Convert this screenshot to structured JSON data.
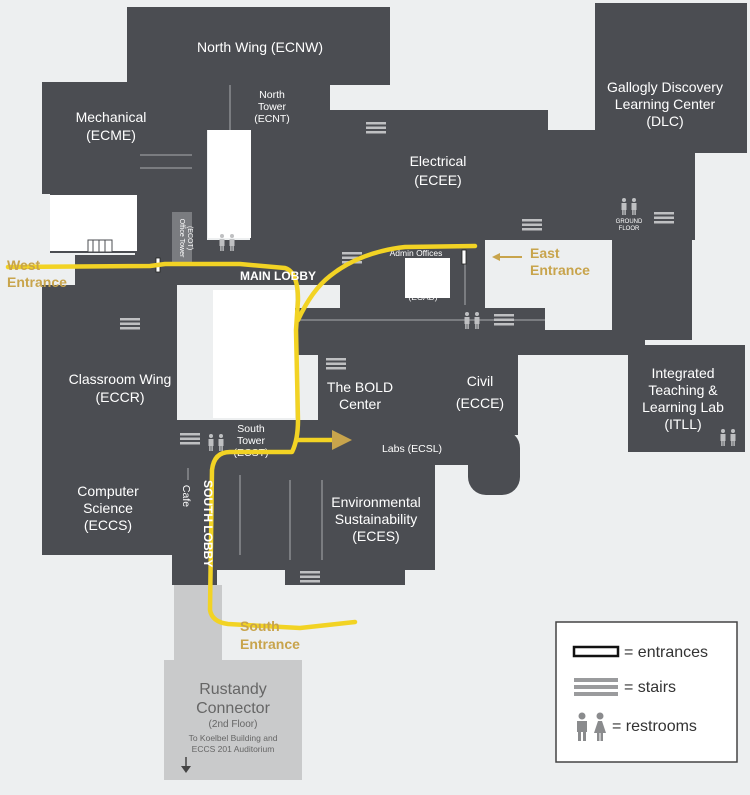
{
  "buildings": {
    "north_wing": "North Wing (ECNW)",
    "north_tower": [
      "North",
      "Tower",
      "(ECNT)"
    ],
    "mechanical": [
      "Mechanical",
      "(ECME)"
    ],
    "electrical": [
      "Electrical",
      "(ECEE)"
    ],
    "gallogly": [
      "Gallogly Discovery",
      "Learning Center",
      "(DLC)"
    ],
    "ground_floor": [
      "GROUND",
      "FLOOR"
    ],
    "cafe_north": "Cafe",
    "office_tower": [
      "Office Tower",
      "(ECOT)"
    ],
    "admin_offices": "Admin Offices",
    "ecad": "(ECAD)",
    "classroom_wing": [
      "Classroom Wing",
      "(ECCR)"
    ],
    "bold_center": [
      "The BOLD",
      "Center"
    ],
    "civil": [
      "Civil",
      "(ECCE)"
    ],
    "itll": [
      "Integrated",
      "Teaching &",
      "Learning Lab",
      "(ITLL)"
    ],
    "south_tower": [
      "South",
      "Tower",
      "(ECST)"
    ],
    "labs": "Labs (ECSL)",
    "computer_science": [
      "Computer",
      "Science",
      "(ECCS)"
    ],
    "cafe_south": "Cafe",
    "environmental": [
      "Environmental",
      "Sustainability",
      "(ECES)"
    ],
    "rustandy": [
      "Rustandy",
      "Connector"
    ],
    "rustandy_floor": "(2nd Floor)",
    "rustandy_note": [
      "To Koelbel Building and",
      "ECCS 201 Auditorium"
    ]
  },
  "lobbies": {
    "main": "MAIN LOBBY",
    "south": "SOUTH LOBBY"
  },
  "entrances": {
    "west": [
      "West",
      "Entrance"
    ],
    "east": [
      "East",
      "Entrance"
    ],
    "south": [
      "South",
      "Entrance"
    ]
  },
  "legend": {
    "entrances": "= entrances",
    "stairs": "= stairs",
    "restrooms": "= restrooms"
  },
  "colors": {
    "building": "#4b4d52",
    "route": "#f2d324",
    "entrance_label": "#c8a44c",
    "connector": "#c9cacb"
  }
}
